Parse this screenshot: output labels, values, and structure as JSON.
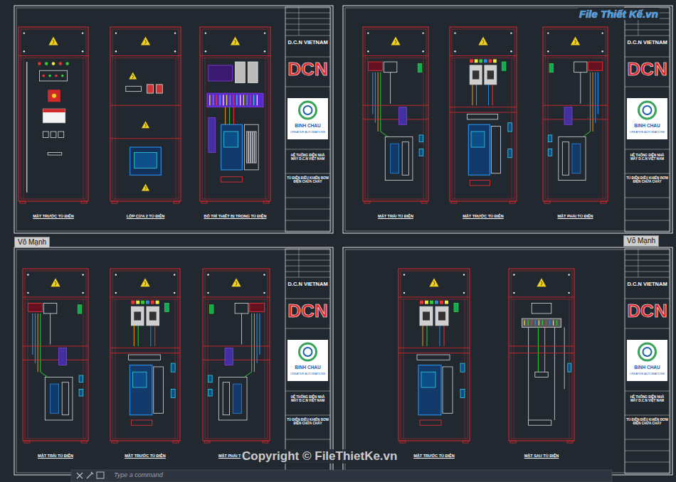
{
  "diagram": {
    "nodes": [
      {
        "text": [
          "MẶT TRƯỚC TỦ ĐIỆN"
        ]
      },
      {
        "text": [
          "LỚP CỬA 2 TỦ ĐIỆN"
        ]
      },
      {
        "text": [
          "BỐ TRÍ THIẾT BỊ TRONG TỦ ĐIỆN"
        ]
      },
      {
        "text": [
          "D.C.N VIETNAM",
          "DCN",
          "BINH CHAU",
          "CREATIVE AUTOMATIONS",
          "HỆ THỐNG ĐIỆN NHÀ MÁY D.C.N VIỆT NAM",
          "TỦ ĐIỆN ĐIỀU KHIỂN BƠM ĐIỆN CHỮA CHÁY"
        ]
      },
      {
        "text": [
          "MẶT TRÁI TỦ ĐIỆN"
        ]
      },
      {
        "text": [
          "MẶT TRƯỚC TỦ ĐIỆN"
        ]
      },
      {
        "text": [
          "MẶT PHẢI TỦ ĐIỆN"
        ]
      },
      {
        "text": [
          "D.C.N VIETNAM",
          "DCN",
          "BINH CHAU",
          "CREATIVE AUTOMATIONS",
          "HỆ THỐNG ĐIỆN NHÀ MÁY D.C.N VIỆT NAM",
          "TỦ ĐIỆN ĐIỀU KHIỂN BƠM ĐIỆN CHỮA CHÁY"
        ]
      },
      {
        "text": [
          "Võ Mạnh"
        ]
      },
      {
        "text": [
          "Võ Mạnh"
        ]
      },
      {
        "text": [
          "MẶT TRÁI TỦ ĐIỆN"
        ]
      },
      {
        "text": [
          "MẶT TRƯỚC TỦ ĐIỆN"
        ]
      },
      {
        "text": [
          "MẶT PHẢI TỦ ĐIỆN"
        ]
      },
      {
        "text": [
          "D.C.N VIETNAM",
          "DCN",
          "BINH CHAU",
          "CREATIVE AUTOMATIONS",
          "HỆ THỐNG ĐIỆN NHÀ MÁY D.C.N VIỆT NAM",
          "TỦ ĐIỆN ĐIỀU KHIỂN BƠM ĐIỆN CHỮA CHÁY"
        ]
      },
      {
        "text": [
          "MẶT TRƯỚC TỦ ĐIỆN"
        ]
      },
      {
        "text": [
          "MẶT SAU TỦ ĐIỆN"
        ]
      },
      {
        "text": [
          "D.C.N VIETNAM",
          "DCN",
          "BINH CHAU",
          "CREATIVE AUTOMATIONS",
          "HỆ THỐNG ĐIỆN NHÀ MÁY D.C.N VIỆT NAM",
          "TỦ ĐIỆN ĐIỀU KHIỂN BƠM ĐIỆN CHỮA CHÁY"
        ]
      }
    ],
    "labels": [
      "File Thiết Kế.vn",
      "Copyright © FileThietKe.vn",
      "Type a command"
    ]
  }
}
